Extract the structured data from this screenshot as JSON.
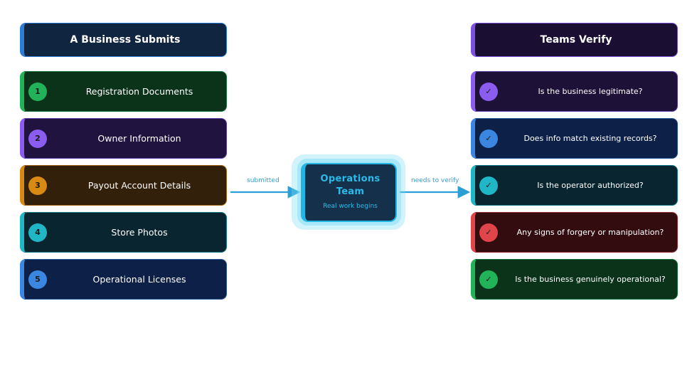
{
  "left_header": "A Business Submits",
  "right_header": "Teams Verify",
  "center": {
    "title": "Operations Team",
    "subtitle": "Real work begins"
  },
  "arrows": {
    "left_label": "submitted",
    "right_label": "needs to verify"
  },
  "left_items": [
    {
      "number": "1",
      "label": "Registration Documents",
      "accent": "#22b35a",
      "bg": "#0b3319",
      "border": "#15703a"
    },
    {
      "number": "2",
      "label": "Owner Information",
      "accent": "#8a5cf0",
      "bg": "#20133f",
      "border": "#5a3ca8"
    },
    {
      "number": "3",
      "label": "Payout Account Details",
      "accent": "#d98a12",
      "bg": "#33200a",
      "border": "#a06412"
    },
    {
      "number": "4",
      "label": "Store Photos",
      "accent": "#1fb6c6",
      "bg": "#082530",
      "border": "#127a88"
    },
    {
      "number": "5",
      "label": "Operational Licenses",
      "accent": "#3a86e0",
      "bg": "#0d2148",
      "border": "#22559a"
    }
  ],
  "right_items": [
    {
      "check": "✓",
      "label": "Is the business legitimate?",
      "accent": "#8a5cf0",
      "bg": "#1e1138",
      "border": "#5a3ca8"
    },
    {
      "check": "✓",
      "label": "Does info match existing records?",
      "accent": "#3a86e0",
      "bg": "#0d2148",
      "border": "#22559a"
    },
    {
      "check": "✓",
      "label": "Is the operator authorized?",
      "accent": "#1fb6c6",
      "bg": "#082530",
      "border": "#127a88"
    },
    {
      "check": "✓",
      "label": "Any signs of forgery or manipulation?",
      "accent": "#e0454a",
      "bg": "#330c10",
      "border": "#9a2a30"
    },
    {
      "check": "✓",
      "label": "Is the business genuinely operational?",
      "accent": "#22b35a",
      "bg": "#0b3319",
      "border": "#15703a"
    }
  ],
  "colors": {
    "left_header_bg": "#102640",
    "left_header_accent": "#2a7fd4",
    "right_header_bg": "#1a0f33",
    "right_header_accent": "#7b52e0",
    "arrow": "#2b9fd6"
  }
}
